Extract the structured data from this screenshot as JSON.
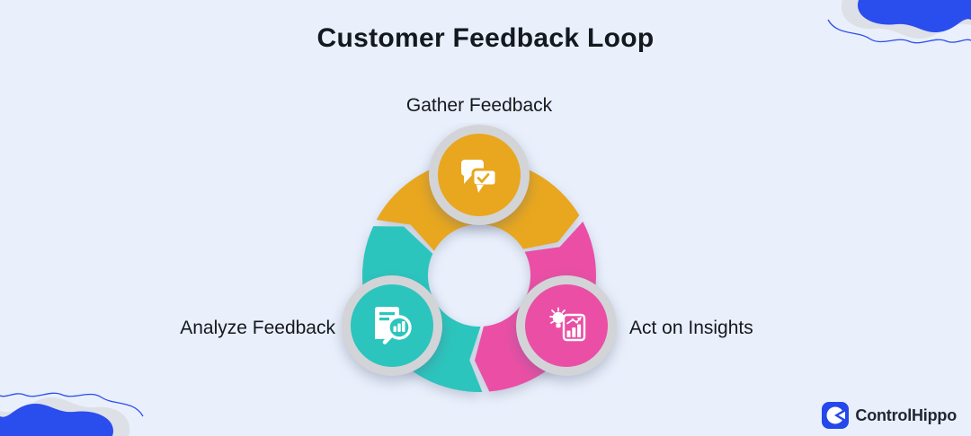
{
  "title": "Customer Feedback Loop",
  "diagram": {
    "ring_color": "#D3D4D8",
    "steps": [
      {
        "id": "gather",
        "label": "Gather Feedback",
        "color": "#E8A71E",
        "icon": "chat-bubbles-check-icon"
      },
      {
        "id": "analyze",
        "label": "Analyze Feedback",
        "color": "#2CC5BD",
        "icon": "document-magnifier-chart-icon"
      },
      {
        "id": "act",
        "label": "Act on Insights",
        "color": "#EA4FA5",
        "icon": "lightbulb-bar-chart-icon"
      }
    ]
  },
  "branding": {
    "logo_text": "ControlHippo",
    "logo_color": "#2448EA"
  },
  "colors": {
    "background": "#E9EFFB",
    "accent_blue": "#2A4DEE",
    "shadow_gray": "#DDE0E7",
    "text_dark": "#14181F"
  }
}
